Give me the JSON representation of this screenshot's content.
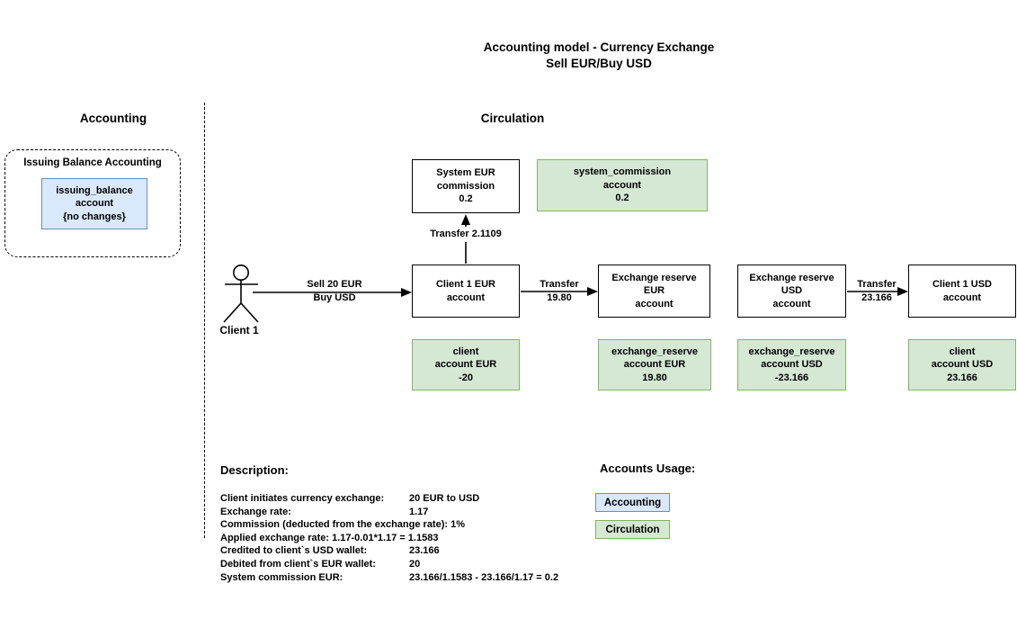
{
  "title": {
    "line1": "Accounting model - Currency Exchange",
    "line2": "Sell EUR/Buy USD"
  },
  "sections": {
    "accounting": "Accounting",
    "circulation": "Circulation"
  },
  "accounting_group": {
    "label": "Issuing Balance Accounting",
    "issuing_balance_box": {
      "lines": [
        "issuing_balance",
        "account",
        "{no changes}"
      ]
    }
  },
  "actor": {
    "label": "Client 1"
  },
  "nodes": {
    "system_eur_commission": {
      "lines": [
        "System EUR",
        "commission",
        "0.2"
      ]
    },
    "system_commission_account": {
      "lines": [
        "system_commission",
        "account",
        "0.2"
      ]
    },
    "client1_eur_account": {
      "lines": [
        "Client 1 EUR",
        "account"
      ]
    },
    "exchange_reserve_eur_account": {
      "lines": [
        "Exchange reserve",
        "EUR",
        "account"
      ]
    },
    "exchange_reserve_usd_account": {
      "lines": [
        "Exchange reserve",
        "USD",
        "account"
      ]
    },
    "client1_usd_account": {
      "lines": [
        "Client 1 USD",
        "account"
      ]
    },
    "client_account_eur": {
      "lines": [
        "client",
        "account EUR",
        "-20"
      ]
    },
    "exchange_reserve_account_eur": {
      "lines": [
        "exchange_reserve",
        "account EUR",
        "19.80"
      ]
    },
    "exchange_reserve_account_usd": {
      "lines": [
        "exchange_reserve",
        "account USD",
        "-23.166"
      ]
    },
    "client_account_usd": {
      "lines": [
        "client",
        "account USD",
        "23.166"
      ]
    }
  },
  "edges": {
    "sell": {
      "line1": "Sell 20 EUR",
      "line2": "Buy USD"
    },
    "transfer_eur": {
      "line1": "Transfer",
      "line2": "19.80"
    },
    "transfer_usd": {
      "line1": "Transfer",
      "line2": "23.166"
    },
    "transfer_commission": "Transfer 2.1109"
  },
  "description": {
    "header": "Description:",
    "rows": [
      {
        "label": "Client initiates currency exchange:",
        "value": "20 EUR to USD"
      },
      {
        "label": "Exchange rate:",
        "value": "1.17"
      },
      {
        "label": "Commission (deducted from the exchange rate): 1%",
        "value": ""
      },
      {
        "label": "Applied exchange rate: 1.17-0.01*1.17 = 1.1583",
        "value": ""
      },
      {
        "label": "Credited to client`s USD wallet:",
        "value": "23.166"
      },
      {
        "label": "Debited from client`s EUR wallet:",
        "value": "20"
      },
      {
        "label": "System commission EUR:",
        "value": "23.166/1.1583 - 23.166/1.17 = 0.2"
      }
    ]
  },
  "legend": {
    "header": "Accounts Usage:",
    "items": [
      {
        "label": "Accounting"
      },
      {
        "label": "Circulation"
      }
    ]
  },
  "colors": {
    "accounting_fill": "#dae8fc",
    "accounting_stroke": "#6c8ebf",
    "circulation_fill": "#d5e8d4",
    "circulation_stroke": "#82b366",
    "line": "#000000"
  }
}
